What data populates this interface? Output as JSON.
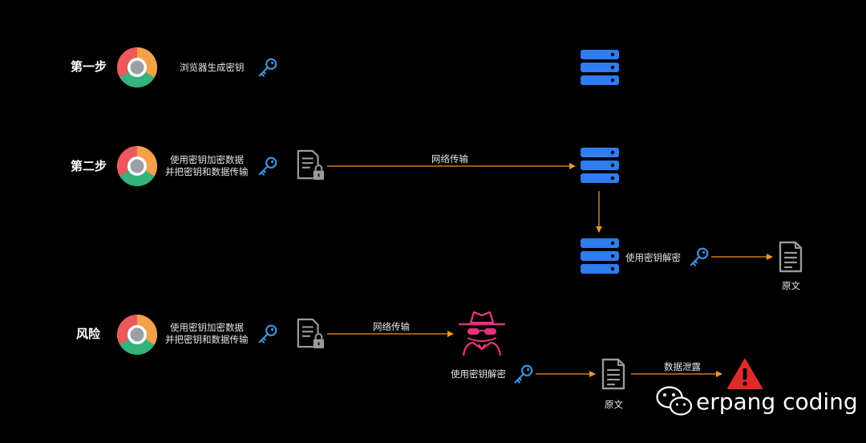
{
  "colors": {
    "background": "#000000",
    "arrow": "#f0961e",
    "key": "#3c8fd8",
    "server": "#2f7df0",
    "document": "#9a9a9a",
    "spy": "#e0357c",
    "warning": "#e02a2a"
  },
  "steps": {
    "step1": {
      "label": "第一步",
      "action": "浏览器生成密钥"
    },
    "step2": {
      "label": "第二步",
      "action_line1": "使用密钥加密数据",
      "action_line2": "并把密钥和数据传输",
      "transfer": "网络传输",
      "decrypt": "使用密钥解密",
      "result": "原文"
    },
    "risk": {
      "label": "风险",
      "action_line1": "使用密钥加密数据",
      "action_line2": "并把密钥和数据传输",
      "transfer": "网络传输",
      "decrypt": "使用密钥解密",
      "result": "原文",
      "leak": "数据泄露"
    }
  },
  "icons": {
    "browser": "chrome-icon",
    "key": "key-icon",
    "encrypted_doc": "locked-document-icon",
    "document": "document-icon",
    "server": "server-icon",
    "attacker": "spy-icon",
    "warning": "warning-icon",
    "brand": "wechat-icon"
  },
  "watermark": {
    "text": "erpang coding"
  }
}
